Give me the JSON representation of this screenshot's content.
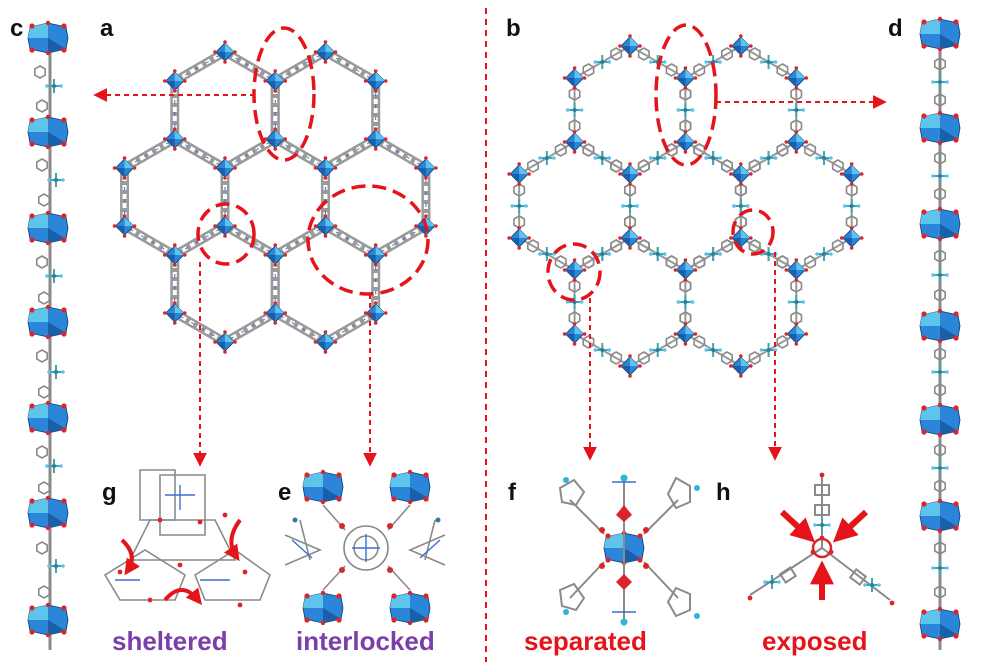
{
  "panels": {
    "a": "a",
    "b": "b",
    "c": "c",
    "d": "d",
    "e": "e",
    "f": "f",
    "g": "g",
    "h": "h"
  },
  "captions": {
    "sheltered": "sheltered",
    "interlocked": "interlocked",
    "separated": "separated",
    "exposed": "exposed"
  },
  "colors": {
    "purple_caption": "#7a3fa8",
    "red_caption": "#e5141b",
    "guide_red": "#e5141b",
    "polyhedron_blue": "#2b86d9",
    "polyhedron_light": "#5fc4ec",
    "oxygen_red": "#d9262a",
    "linker_grey": "#8a8a8a",
    "linker_teal": "#3aa6b9"
  },
  "icons": {
    "clockwise_arrow": "curved-arrow-icon",
    "pointer_arrow": "arrow-icon"
  }
}
